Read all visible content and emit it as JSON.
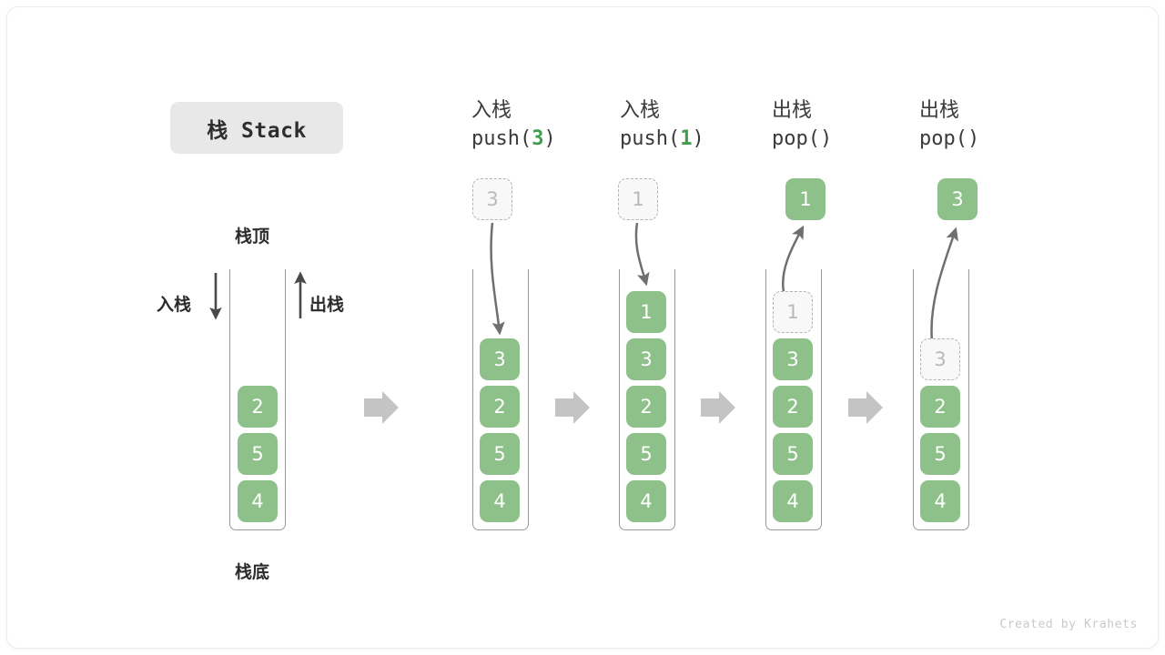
{
  "title": {
    "badge_label": "栈 Stack"
  },
  "legend": {
    "top_label": "栈顶",
    "bottom_label": "栈底",
    "push_label": "入栈",
    "pop_label": "出栈"
  },
  "colors": {
    "cell_fill": "#8ec08a",
    "cell_text": "#ffffff",
    "ghost_fill": "#f8f8f8",
    "ghost_text": "#b9b9b9",
    "ghost_border": "#b4b4b4",
    "arrow_gray": "#6f6f6f",
    "block_arrow": "#c4c4c4",
    "badge_bg": "#e8e8e8",
    "accent_green": "#3e9e4e",
    "container_border": "#9a9a9a"
  },
  "steps": [
    {
      "id": "initial",
      "op_cn": "",
      "op_code": "",
      "op_arg": "",
      "cells": [
        "2",
        "5",
        "4"
      ],
      "ghost": null,
      "popped": null
    },
    {
      "id": "push-3",
      "op_cn": "入栈",
      "op_code_prefix": "push(",
      "op_arg": "3",
      "op_code_suffix": ")",
      "cells": [
        "3",
        "2",
        "5",
        "4"
      ],
      "incoming_ghost": "3",
      "popped": null
    },
    {
      "id": "push-1",
      "op_cn": "入栈",
      "op_code_prefix": "push(",
      "op_arg": "1",
      "op_code_suffix": ")",
      "cells": [
        "1",
        "3",
        "2",
        "5",
        "4"
      ],
      "incoming_ghost": "1",
      "popped": null
    },
    {
      "id": "pop-1",
      "op_cn": "出栈",
      "op_code_prefix": "pop(",
      "op_arg": "",
      "op_code_suffix": ")",
      "cells": [
        "3",
        "2",
        "5",
        "4"
      ],
      "ghost_in_stack": "1",
      "popped": "1"
    },
    {
      "id": "pop-3",
      "op_cn": "出栈",
      "op_code_prefix": "pop(",
      "op_arg": "",
      "op_code_suffix": ")",
      "cells": [
        "2",
        "5",
        "4"
      ],
      "ghost_in_stack": "3",
      "popped": "3"
    }
  ],
  "cell_values": {
    "s1": [
      "2",
      "5",
      "4"
    ],
    "s2": [
      "3",
      "2",
      "5",
      "4"
    ],
    "s3": [
      "1",
      "3",
      "2",
      "5",
      "4"
    ],
    "s4": [
      "3",
      "2",
      "5",
      "4"
    ],
    "s5": [
      "2",
      "5",
      "4"
    ],
    "ghost_push_3": "3",
    "ghost_push_1": "1",
    "ghost_pop_1": "1",
    "ghost_pop_3": "3",
    "popped_1": "1",
    "popped_3": "3"
  },
  "footer": {
    "credit": "Created by Krahets"
  }
}
